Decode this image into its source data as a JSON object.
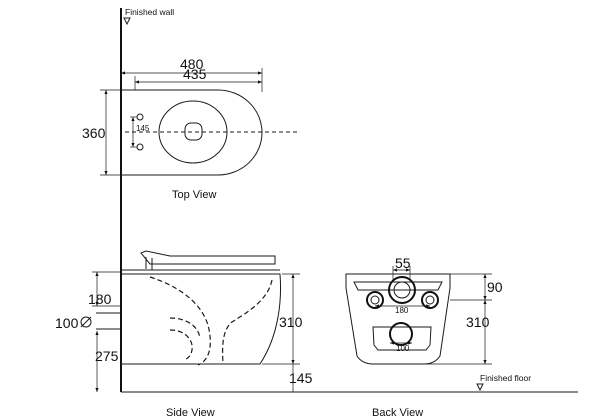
{
  "labels": {
    "finished_wall": "Finished wall",
    "finished_floor": "Finished floor",
    "top_view": "Top View",
    "side_view": "Side View",
    "back_view": "Back View"
  },
  "top_view": {
    "length": "480",
    "inner_length": "435",
    "width": "360",
    "hole_spacing": "145"
  },
  "side_view": {
    "inlet_height": "180",
    "inlet_diameter": "100",
    "outlet_height": "275",
    "height": "310",
    "floor_gap": "145"
  },
  "back_view": {
    "top_opening": "55",
    "top_offset": "90",
    "bolt_spacing": "180",
    "outlet_diameter": "100",
    "height": "310"
  }
}
